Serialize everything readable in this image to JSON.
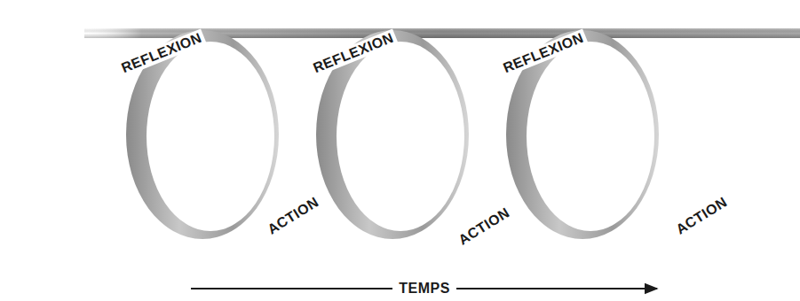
{
  "diagram": {
    "labels": [
      "REFLEXION",
      "REFLEXION",
      "REFLEXION",
      "ACTION",
      "ACTION",
      "ACTION",
      "TEMPS"
    ]
  }
}
